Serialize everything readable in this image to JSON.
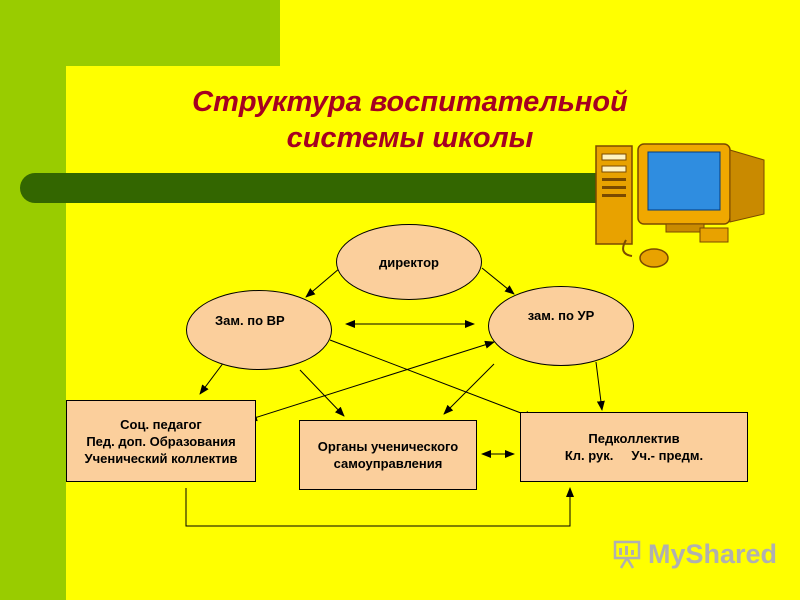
{
  "title": {
    "line1": "Структура воспитательной",
    "line2": "системы школы"
  },
  "nodes": {
    "director": "директор",
    "deputy_vr": "Зам. по ВР",
    "deputy_ur": "зам. по УР",
    "soc_block": {
      "line1": "Соц. педагог",
      "line2": "Пед. доп. Образования",
      "line3": "Ученический коллектив"
    },
    "student_gov": {
      "line1": "Органы ученического",
      "line2": "самоуправления"
    },
    "teachers": {
      "line1": "Педколлектив",
      "line2": "Кл. рук.     Уч.- предм."
    }
  },
  "logo": {
    "text": "MyShared"
  },
  "colors": {
    "background": "#ffff00",
    "accent_green": "#99cc00",
    "bar": "#336600",
    "title": "#a50021",
    "node_fill": "#fbcf9c"
  }
}
